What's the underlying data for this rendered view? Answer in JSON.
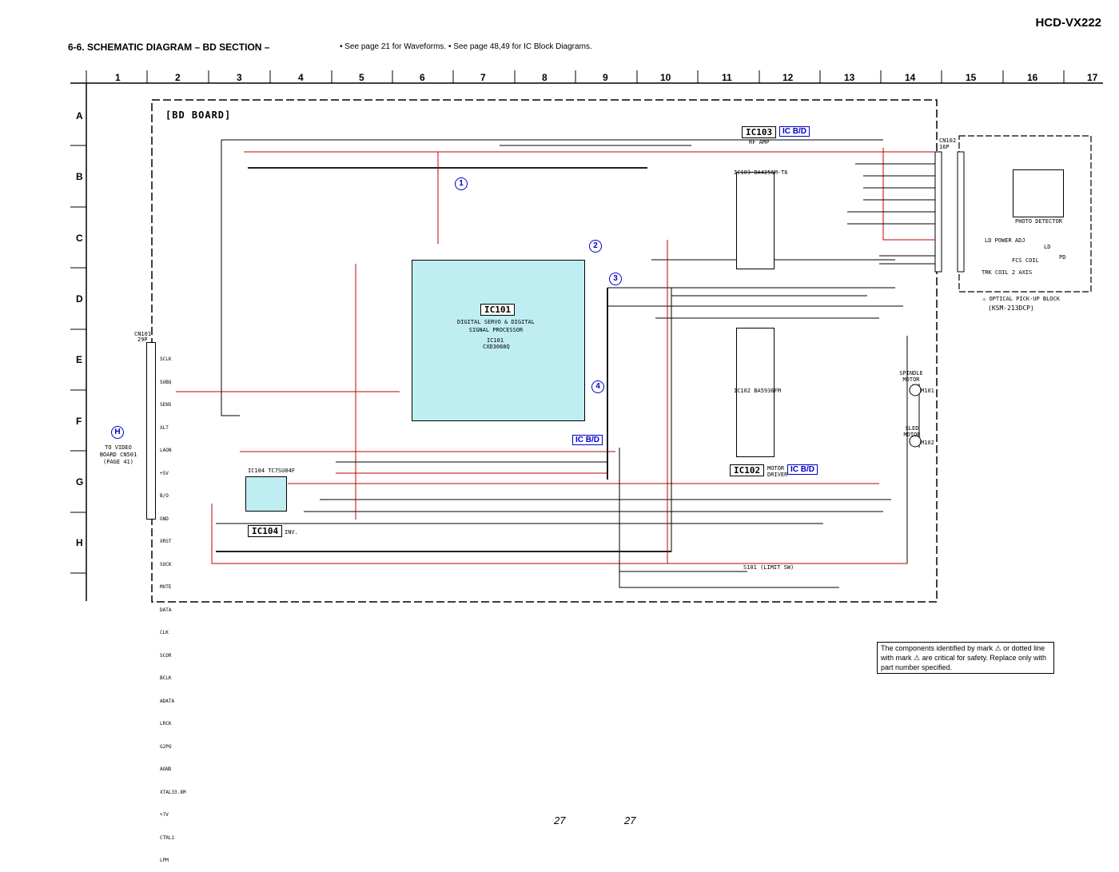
{
  "header": {
    "model": "HCD-VX222",
    "section_title": "6-6. SCHEMATIC DIAGRAM   – BD SECTION –",
    "notes": "• See page 21 for Waveforms. • See page 48,49 for IC Block Diagrams."
  },
  "grid": {
    "columns": [
      "1",
      "2",
      "3",
      "4",
      "5",
      "6",
      "7",
      "8",
      "9",
      "10",
      "11",
      "12",
      "13",
      "14",
      "15",
      "16",
      "17"
    ],
    "rows": [
      "A",
      "B",
      "C",
      "D",
      "E",
      "F",
      "G",
      "H"
    ]
  },
  "board": {
    "label": "[BD BOARD]"
  },
  "ic101": {
    "label": "IC101",
    "function": "DIGITAL SERVO & DIGITAL SIGNAL PROCESSOR",
    "ref": "IC101",
    "part": "CXD3068Q",
    "tag": "IC B/D"
  },
  "ic103": {
    "label": "IC103",
    "tag": "IC B/D",
    "function": "RF AMP",
    "part": "IC103 BA4256M-T6"
  },
  "ic102": {
    "label": "IC102",
    "tag": "IC B/D",
    "function": "MOTOR DRIVER",
    "part": "IC102 BA5936FM"
  },
  "ic104": {
    "label": "IC104",
    "function": "INV.",
    "part": "IC104 TC7SU04F"
  },
  "cn101": {
    "ref": "CN101",
    "pins_label": "29P",
    "signals": [
      "SCLK",
      "SUBQ",
      "SENS",
      "XLT",
      "LAON",
      "+5V",
      "B/O",
      "GND",
      "XRST",
      "SOCK",
      "MUTE",
      "DATA",
      "CLK",
      "SCOR",
      "BCLK",
      "ADATA",
      "LRCK",
      "G2PO",
      "AGND",
      "XTAL33.8M",
      "+7V",
      "CTRL1",
      "LPM"
    ]
  },
  "video_board": {
    "marker": "H",
    "text": "TO VIDEO BOARD CN501 (PAGE 41)"
  },
  "pickup": {
    "title": "OPTICAL PICK-UP BLOCK",
    "model": "(KSM-213DCP)",
    "parts": [
      "PHOTO DETECTOR",
      "LD POWER ADJ",
      "FCS COIL",
      "TRK COIL 2 AXIS",
      "LD",
      "PD"
    ],
    "connector": "CN102 16P"
  },
  "motors": {
    "spindle": "SPINDLE MOTOR",
    "spindle_ref": "M101",
    "sled": "SLED MOTOR",
    "sled_ref": "M102"
  },
  "switch": {
    "label": "S101 (LIMIT SW)"
  },
  "waveform_points": [
    "1",
    "2",
    "3",
    "4"
  ],
  "safety_note": "The components identified by mark ⚠ or dotted line with mark ⚠ are critical for safety. Replace only with part number specified.",
  "page_numbers": [
    "27",
    "27"
  ]
}
